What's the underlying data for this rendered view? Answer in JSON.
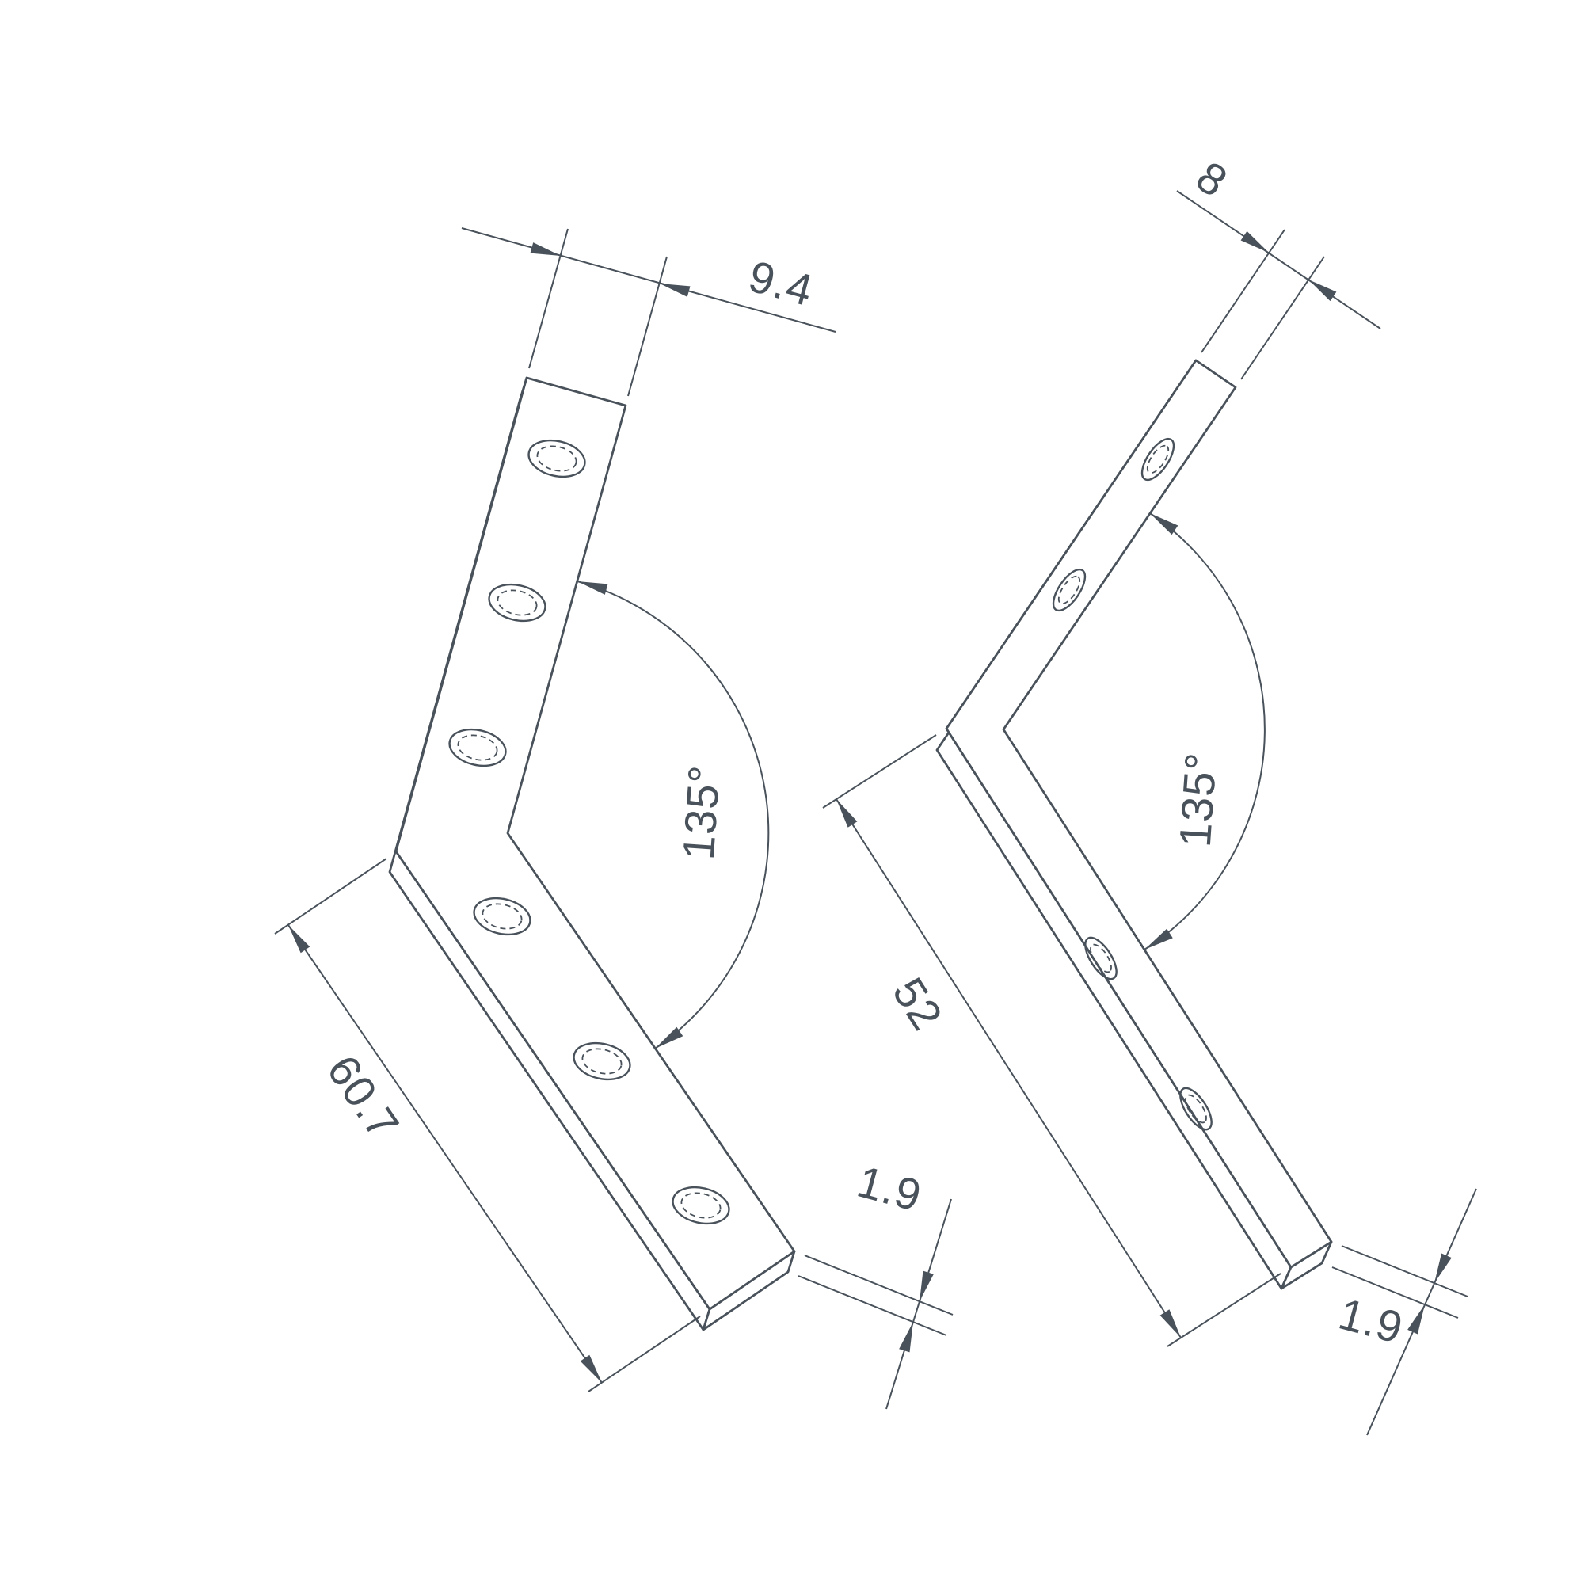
{
  "drawing": {
    "type": "technical-dimension-drawing",
    "background": "#ffffff",
    "line_color": "#49525b",
    "views": [
      {
        "name": "corner-plate-large-face-view",
        "hole_count": 6,
        "dims": {
          "width": "9.4",
          "length": "60.7",
          "thickness": "1.9",
          "angle": "135°"
        }
      },
      {
        "name": "corner-plate-small-edge-view",
        "hole_count": 4,
        "dims": {
          "width": "8",
          "length": "52",
          "thickness": "1.9",
          "angle": "135°"
        }
      }
    ]
  }
}
